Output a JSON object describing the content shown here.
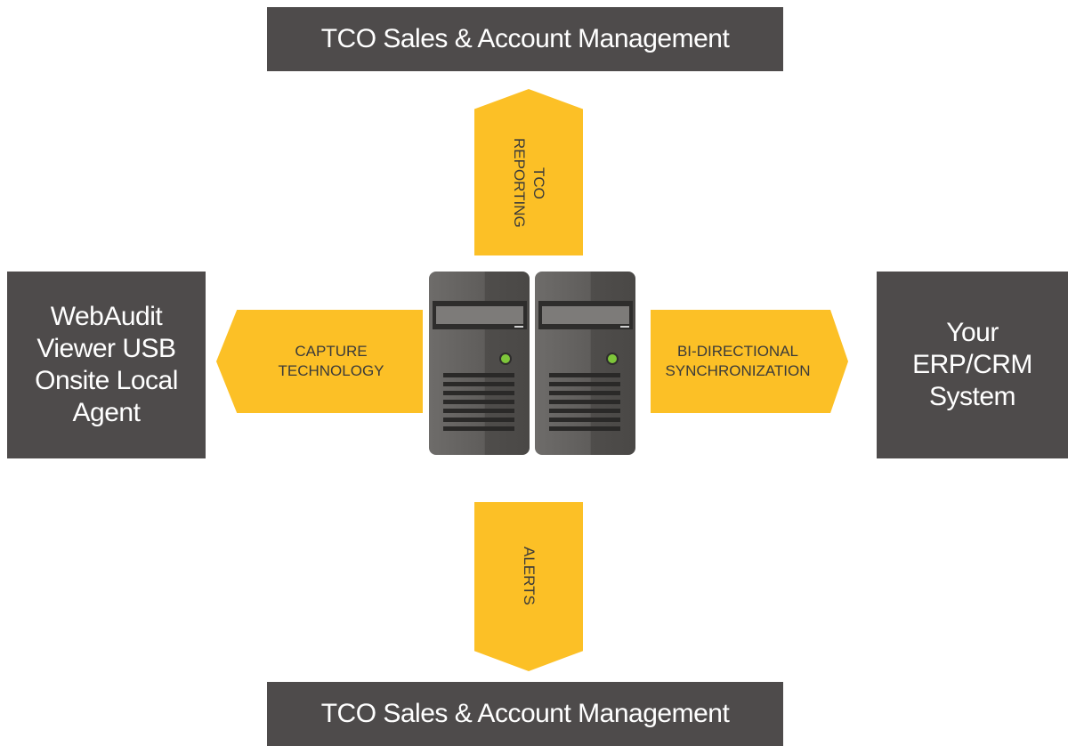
{
  "boxes": {
    "top": "TCO Sales & Account Management",
    "bottom": "TCO Sales & Account Management",
    "left": [
      "WebAudit",
      "Viewer USB",
      "Onsite Local",
      "Agent"
    ],
    "right": [
      "Your",
      "ERP/CRM",
      "System"
    ]
  },
  "arrows": {
    "up": [
      "TCO",
      "REPORTING"
    ],
    "down": "ALERTS",
    "left": [
      "CAPTURE",
      "TECHNOLOGY"
    ],
    "right": [
      "BI-DIRECTIONAL",
      "SYNCHRONIZATION"
    ]
  },
  "icons": {
    "servers": "server-icon"
  },
  "colors": {
    "box": "#4e4b4b",
    "arrow": "#fcc026",
    "server_led": "#7ec63a"
  }
}
